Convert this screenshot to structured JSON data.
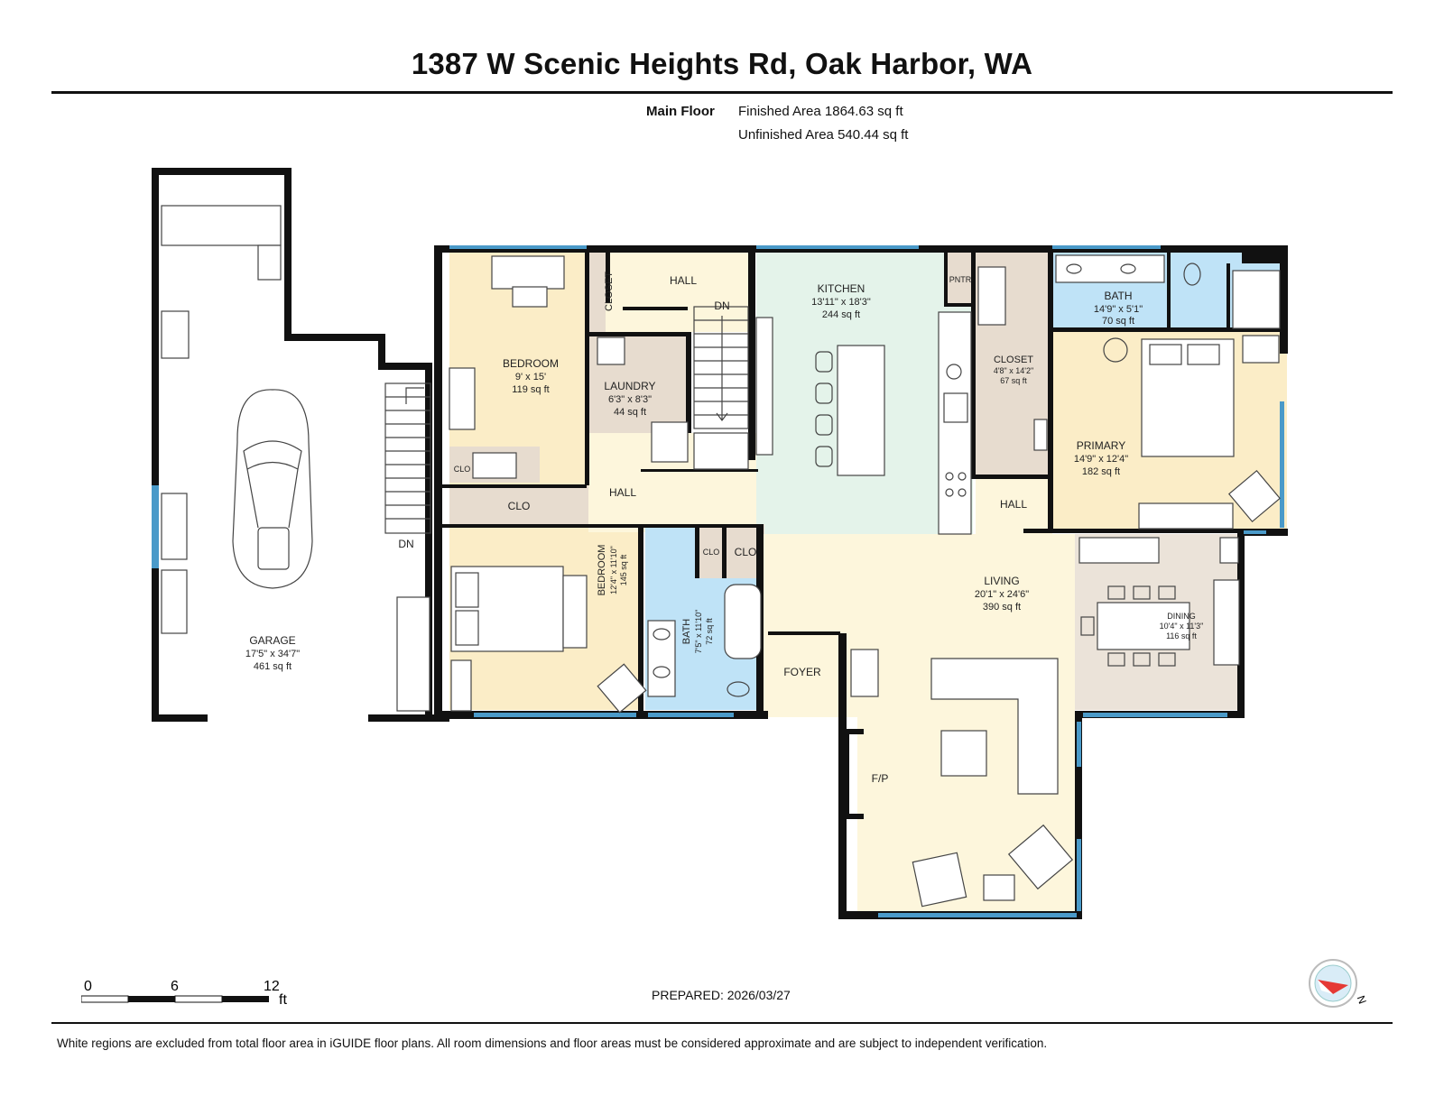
{
  "header": {
    "title": "1387 W Scenic Heights Rd, Oak Harbor, WA",
    "floor_label": "Main Floor",
    "finished_area": "Finished Area 1864.63 sq ft",
    "unfinished_area": "Unfinished Area 540.44 sq ft"
  },
  "rooms": {
    "garage": {
      "name": "GARAGE",
      "dims": "17'5\" x 34'7\"",
      "area": "461 sq ft"
    },
    "bedroom1": {
      "name": "BEDROOM",
      "dims": "9' x 15'",
      "area": "119 sq ft"
    },
    "closet_hall": {
      "name": "CLOSET"
    },
    "hall_top": {
      "name": "HALL"
    },
    "dn_stair": {
      "name": "DN"
    },
    "laundry": {
      "name": "LAUNDRY",
      "dims": "6'3\" x 8'3\"",
      "area": "44 sq ft"
    },
    "kitchen": {
      "name": "KITCHEN",
      "dims": "13'11\" x 18'3\"",
      "area": "244 sq ft"
    },
    "pantry": {
      "name": "PNTR"
    },
    "closet_big": {
      "name": "CLOSET",
      "dims": "4'8\" x 14'2\"",
      "area": "67 sq ft"
    },
    "bath_primary": {
      "name": "BATH",
      "dims": "14'9\" x 5'1\"",
      "area": "70 sq ft"
    },
    "primary": {
      "name": "PRIMARY",
      "dims": "14'9\" x 12'4\"",
      "area": "182 sq ft"
    },
    "clo_small1": {
      "name": "CLO"
    },
    "clo_wide": {
      "name": "CLO"
    },
    "hall_mid": {
      "name": "HALL"
    },
    "hall_right": {
      "name": "HALL"
    },
    "bedroom2": {
      "name": "BEDROOM",
      "dims": "12'4\" x 11'10\"",
      "area": "145 sq ft"
    },
    "bath2": {
      "name": "BATH",
      "dims": "7'5\" x 11'10\"",
      "area": "72 sq ft"
    },
    "clo_a": {
      "name": "CLO"
    },
    "clo_b": {
      "name": "CLO"
    },
    "living": {
      "name": "LIVING",
      "dims": "20'1\" x 24'6\"",
      "area": "390 sq ft"
    },
    "dining": {
      "name": "DINING",
      "dims": "10'4\" x 11'3\"",
      "area": "116 sq ft"
    },
    "foyer": {
      "name": "FOYER"
    },
    "fireplace": {
      "name": "F/P"
    },
    "garage_dn": {
      "name": "DN"
    }
  },
  "scale": {
    "labels": [
      "0",
      "6",
      "12"
    ],
    "unit": "ft"
  },
  "prepared": "PREPARED: 2026/03/27",
  "compass_label": "N",
  "disclaimer": "White regions are excluded from total floor area in iGUIDE floor plans. All room dimensions and floor areas must be considered approximate and are subject to independent verification.",
  "colors": {
    "bedroom": "#fbedc7",
    "laundry_closet": "#e7dccf",
    "kitchen": "#e4f3ea",
    "bath": "#bfe3f7",
    "living_hall": "#fdf6dc",
    "dining": "#ebe3d9",
    "window": "#4a9ac9",
    "wall": "#111111"
  }
}
